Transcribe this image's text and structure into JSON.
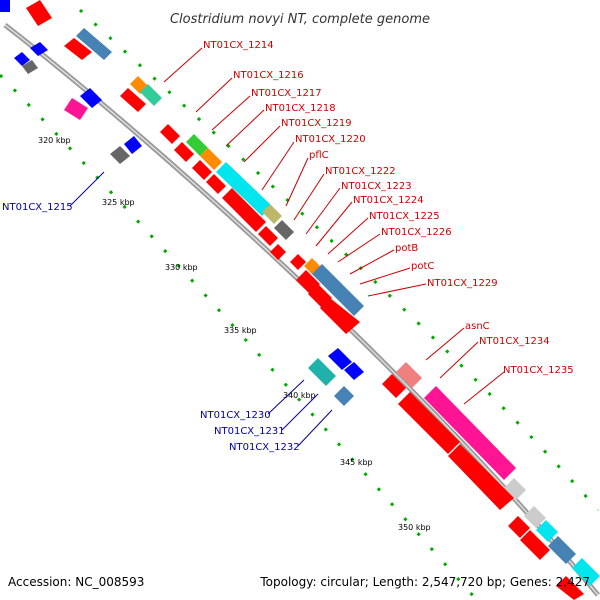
{
  "title": "Clostridium novyi NT, complete genome",
  "footer": {
    "accession": "Accession: NC_008593",
    "topology": "Topology: circular; Length: 2,547,720 bp; Genes: 2,427"
  },
  "colors": {
    "forward_gene": "#ff0000",
    "reverse_gene": "#0000ff",
    "forward_label": "#cc0000",
    "reverse_label": "#000099",
    "backbone": "#999999",
    "tick": "#00aa00"
  },
  "scale_labels": [
    "320 kbp",
    "325 kbp",
    "330 kbp",
    "335 kbp",
    "340 kbp",
    "345 kbp",
    "350 kbp"
  ],
  "forward_labels": [
    "NT01CX_1214",
    "NT01CX_1216",
    "NT01CX_1217",
    "NT01CX_1218",
    "NT01CX_1219",
    "NT01CX_1220",
    "pflC",
    "NT01CX_1222",
    "NT01CX_1223",
    "NT01CX_1224",
    "NT01CX_1225",
    "NT01CX_1226",
    "potB",
    "potC",
    "NT01CX_1229",
    "asnC",
    "NT01CX_1234",
    "NT01CX_1235"
  ],
  "reverse_labels": [
    "NT01CX_1215",
    "NT01CX_1230",
    "NT01CX_1231",
    "NT01CX_1232"
  ]
}
